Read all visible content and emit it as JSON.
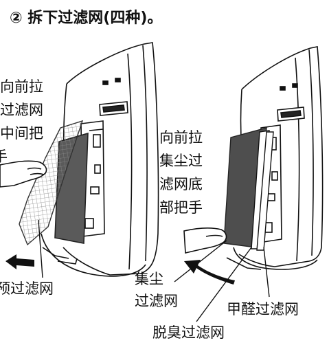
{
  "step_title": "② 拆下过滤网(四种)。",
  "left_figure": {
    "callout_lines": [
      "向前拉",
      "过滤网",
      "中间把",
      "手"
    ],
    "bottom_label": "预过滤网",
    "arrow_icon": "arrow-left-icon"
  },
  "right_figure": {
    "callout_lines": [
      "向前拉",
      "集尘过",
      "滤网底",
      "部把手"
    ],
    "label_dust_filter": [
      "集尘",
      "过滤网"
    ],
    "label_formaldehyde_filter": "甲醛过滤网",
    "label_deodorizing_filter": "脱臭过滤网",
    "arrow_icon": "curved-arrow-icon"
  },
  "colors": {
    "ink": "#111111",
    "filter_gray": "#5a5a5a",
    "mesh": "#9a9a9a"
  }
}
